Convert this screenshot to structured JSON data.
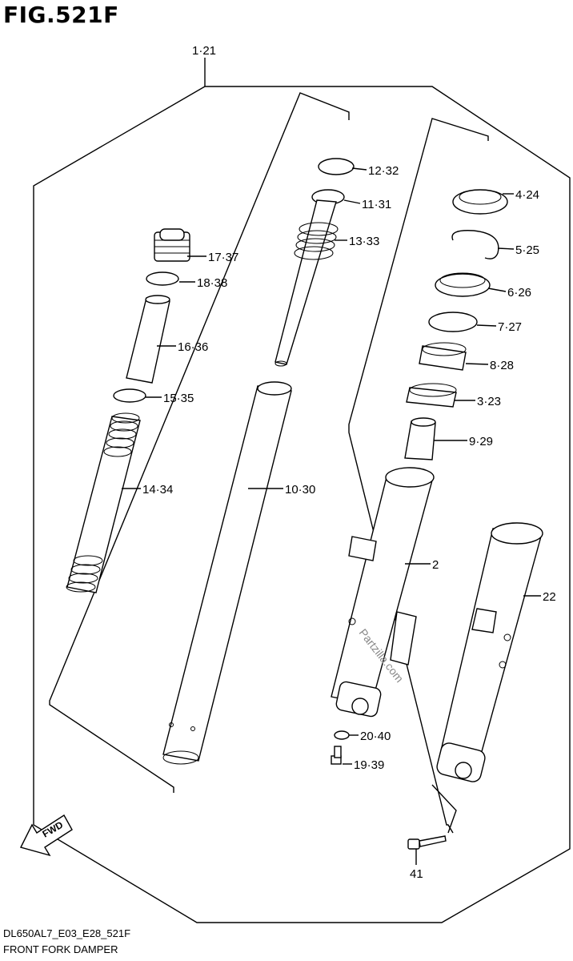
{
  "figure": {
    "title": "FIG.521F",
    "code": "DL650AL7_E03_E28_521F",
    "name": "FRONT FORK DAMPER"
  },
  "watermark": "Partzilla.com",
  "fwd_label": "FWD",
  "callouts": [
    {
      "id": "c1",
      "text": "1·21"
    },
    {
      "id": "c12",
      "text": "12·32"
    },
    {
      "id": "c11",
      "text": "11·31"
    },
    {
      "id": "c13",
      "text": "13·33"
    },
    {
      "id": "c4",
      "text": "4·24"
    },
    {
      "id": "c5",
      "text": "5·25"
    },
    {
      "id": "c6",
      "text": "6·26"
    },
    {
      "id": "c7",
      "text": "7·27"
    },
    {
      "id": "c8",
      "text": "8·28"
    },
    {
      "id": "c3",
      "text": "3·23"
    },
    {
      "id": "c9",
      "text": "9·29"
    },
    {
      "id": "c17",
      "text": "17·37"
    },
    {
      "id": "c18",
      "text": "18·38"
    },
    {
      "id": "c16",
      "text": "16·36"
    },
    {
      "id": "c15",
      "text": "15·35"
    },
    {
      "id": "c14",
      "text": "14·34"
    },
    {
      "id": "c10",
      "text": "10·30"
    },
    {
      "id": "c2",
      "text": "2"
    },
    {
      "id": "c22",
      "text": "22"
    },
    {
      "id": "c20",
      "text": "20·40"
    },
    {
      "id": "c19",
      "text": "19·39"
    },
    {
      "id": "c41",
      "text": "41"
    }
  ]
}
